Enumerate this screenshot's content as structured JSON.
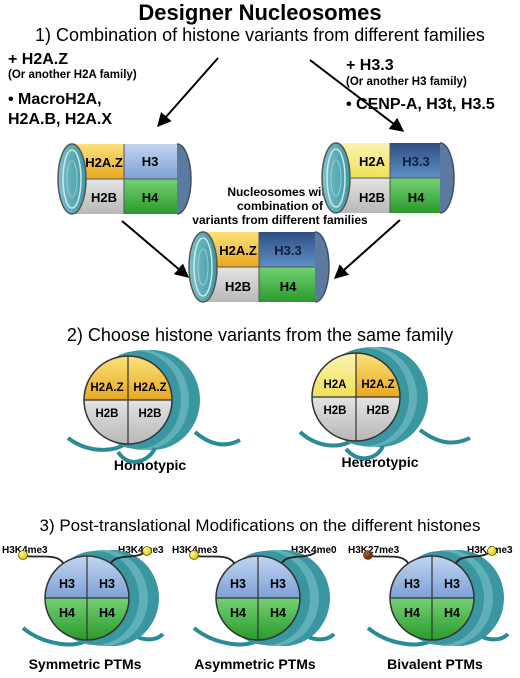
{
  "title": "Designer Nucleosomes",
  "section1": {
    "heading": "1) Combination of histone variants from different families",
    "left": {
      "line1": "+ H2A.Z",
      "line2": "(Or another H2A family)",
      "line3": "• MacroH2A,",
      "line4": "H2A.B, H2A.X"
    },
    "right": {
      "line1": "+ H3.3",
      "line2": "(Or another H3 family)",
      "line3": "• CENP-A, H3t, H3.5"
    },
    "center_caption": [
      "Nucleosomes with",
      "combination of",
      "variants from different families"
    ],
    "cyl_left": {
      "tl": "H2A.Z",
      "tr": "H3",
      "bl": "H2B",
      "br": "H4"
    },
    "cyl_right": {
      "tl": "H2A",
      "tr": "H3.3",
      "bl": "H2B",
      "br": "H4"
    },
    "cyl_center": {
      "tl": "H2A.Z",
      "tr": "H3.3",
      "bl": "H2B",
      "br": "H4"
    }
  },
  "section2": {
    "heading": "2) Choose histone variants from the same family",
    "homotypic": {
      "tl": "H2A.Z",
      "tr": "H2A.Z",
      "bl": "H2B",
      "br": "H2B",
      "caption": "Homotypic"
    },
    "heterotypic": {
      "tl": "H2A",
      "tr": "H2A.Z",
      "bl": "H2B",
      "br": "H2B",
      "caption": "Heterotypic"
    }
  },
  "section3": {
    "heading": "3) Post-translational Modifications on the different histones",
    "symmetric": {
      "mark_left": "H3K4me3",
      "mark_right": "H3K4me3",
      "tl": "H3",
      "tr": "H3",
      "bl": "H4",
      "br": "H4",
      "caption": "Symmetric PTMs"
    },
    "asymmetric": {
      "mark_left": "H3K4me3",
      "mark_right": "H3K4me0",
      "tl": "H3",
      "tr": "H3",
      "bl": "H4",
      "br": "H4",
      "caption": "Asymmetric PTMs"
    },
    "bivalent": {
      "mark_left": "H3K27me3",
      "mark_right": "H3K4me3",
      "tl": "H3",
      "tr": "H3",
      "bl": "H4",
      "br": "H4",
      "caption": "Bivalent PTMs"
    }
  },
  "colors": {
    "h2a_yellow": "#f3c22d",
    "h2a_pale": "#f6ea7a",
    "h3_blue": "#86a9dc",
    "h3_dark_blue": "#3f5f8f",
    "h4_green": "#3cba3c",
    "h2b_gray": "#c9c9c9",
    "dna_teal": "#2a8a95",
    "mark_yellow": "#f2e12a",
    "mark_brown": "#7a2a1a"
  }
}
